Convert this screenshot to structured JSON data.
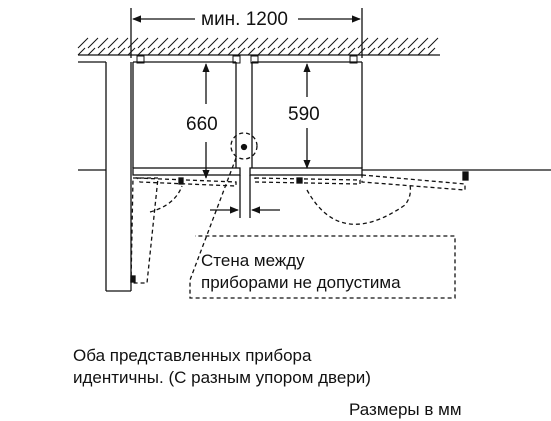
{
  "dimensions": {
    "total_width": "мин. 1200",
    "depth_left": "660",
    "depth_right": "590"
  },
  "notes": {
    "wall_line1": "Стена между",
    "wall_line2": "приборами не допустима"
  },
  "caption": {
    "line1": "Оба представленных прибора",
    "line2": "идентичны. (С разным упором двери)",
    "units": "Размеры в мм"
  },
  "colors": {
    "line": "#111111",
    "background": "#ffffff"
  }
}
